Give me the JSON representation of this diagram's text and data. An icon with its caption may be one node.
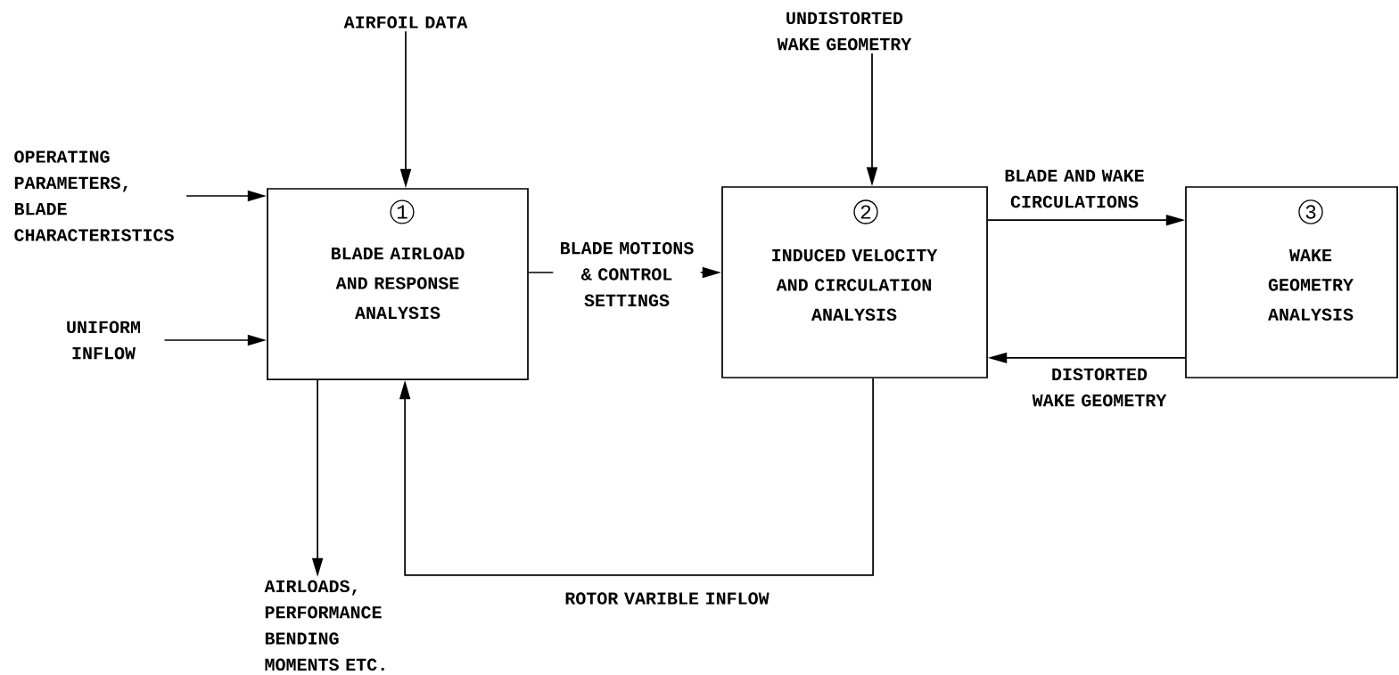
{
  "diagram": {
    "nodes": [
      {
        "text": [
          "1",
          "BLADE AIRLOAD AND RESPONSE ANALYSIS"
        ]
      },
      {
        "text": [
          "2",
          "INDUCED VELOCITY AND CIRCULATION ANALYSIS"
        ]
      },
      {
        "text": [
          "3",
          "WAKE GEOMETRY ANALYSIS"
        ]
      },
      {
        "text": [
          "AIRFOIL DATA"
        ]
      },
      {
        "text": [
          "OPERATING PARAMETERS, BLADE CHARACTERISTICS"
        ]
      },
      {
        "text": [
          "UNIFORM INFLOW"
        ]
      },
      {
        "text": [
          "UNDISTORTED WAKE GEOMETRY"
        ]
      },
      {
        "text": [
          "AIRLOADS, PERFORMANCE BENDING MOMENTS ETC."
        ]
      }
    ],
    "edges": [
      {
        "from": 3,
        "to": 0,
        "arrow": "to"
      },
      {
        "from": 4,
        "to": 0,
        "arrow": "to"
      },
      {
        "from": 5,
        "to": 0,
        "arrow": "to"
      },
      {
        "from": 6,
        "to": 1,
        "arrow": "to"
      },
      {
        "from": 0,
        "to": 7,
        "arrow": "to"
      },
      {
        "from": 0,
        "to": 1,
        "arrow": "to",
        "label": "BLADE MOTIONS & CONTROL SETTINGS"
      },
      {
        "from": 1,
        "to": 2,
        "arrow": "to",
        "label": "BLADE AND WAKE CIRCULATIONS"
      },
      {
        "from": 2,
        "to": 1,
        "arrow": "to",
        "label": "DISTORTED WAKE GEOMETRY"
      },
      {
        "from": 1,
        "to": 0,
        "arrow": "to",
        "label": "ROTOR VARIBLE INFLOW"
      }
    ]
  }
}
